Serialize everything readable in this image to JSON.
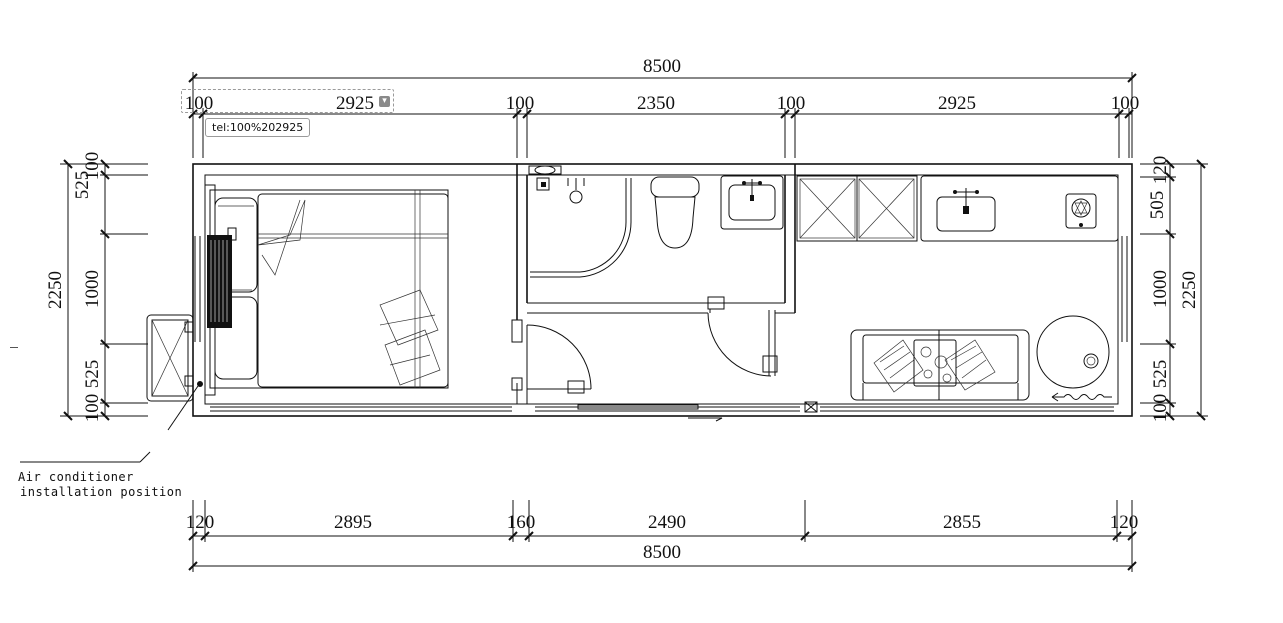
{
  "dimensions": {
    "top_overall": "8500",
    "top_segments": [
      "100",
      "2925",
      "100",
      "2350",
      "100",
      "2925",
      "100"
    ],
    "bottom_segments": [
      "120",
      "2895",
      "160",
      "2490",
      "2855",
      "120"
    ],
    "bottom_overall": "8500",
    "left_segments": [
      "100",
      "525",
      "1000",
      "525",
      "100"
    ],
    "left_overall": "2250",
    "right_segments": [
      "120",
      "505",
      "1000",
      "525",
      "100"
    ],
    "right_overall": "2250"
  },
  "annotation": {
    "line1": "Air conditioner",
    "line2": "installation position"
  },
  "hover": {
    "tooltip": "tel:100%202925",
    "button_icon": "chevron-down-icon"
  }
}
